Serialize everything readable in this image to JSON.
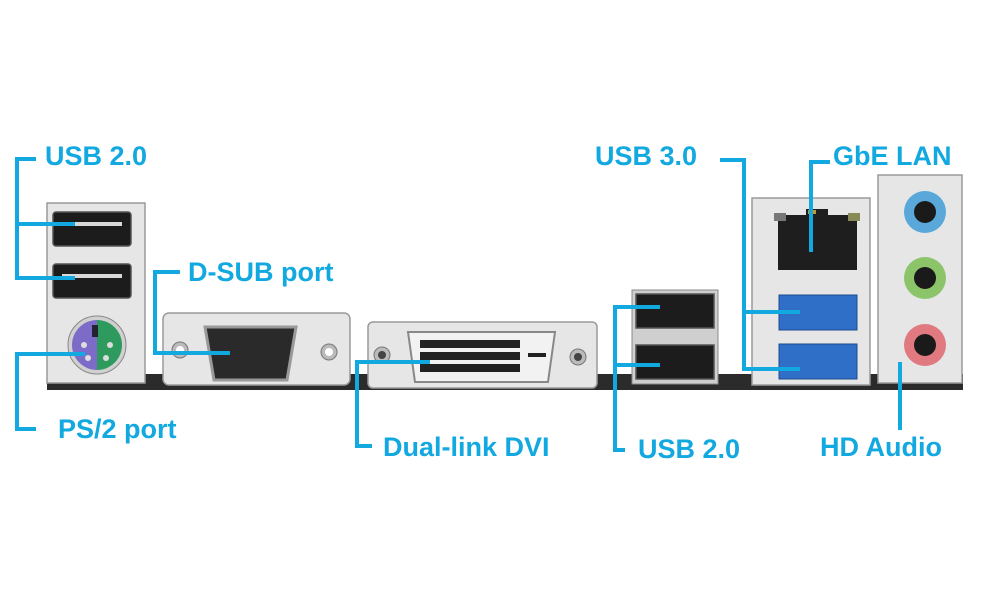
{
  "labels": {
    "usb20_left": "USB 2.0",
    "ps2": "PS/2 port",
    "dsub": "D-SUB port",
    "dvi": "Dual-link DVI",
    "usb20_mid": "USB 2.0",
    "usb30": "USB 3.0",
    "lan": "GbE LAN",
    "audio": "HD Audio"
  },
  "colors": {
    "label": "#12a8e0",
    "usb3_port": "#2f6fc8",
    "audio_line_in": "#5aa7d9",
    "audio_line_out": "#8cc46a",
    "audio_mic": "#e07a80",
    "ps2_mouse": "#2e9a5e",
    "ps2_keyboard": "#7d6bc8"
  }
}
